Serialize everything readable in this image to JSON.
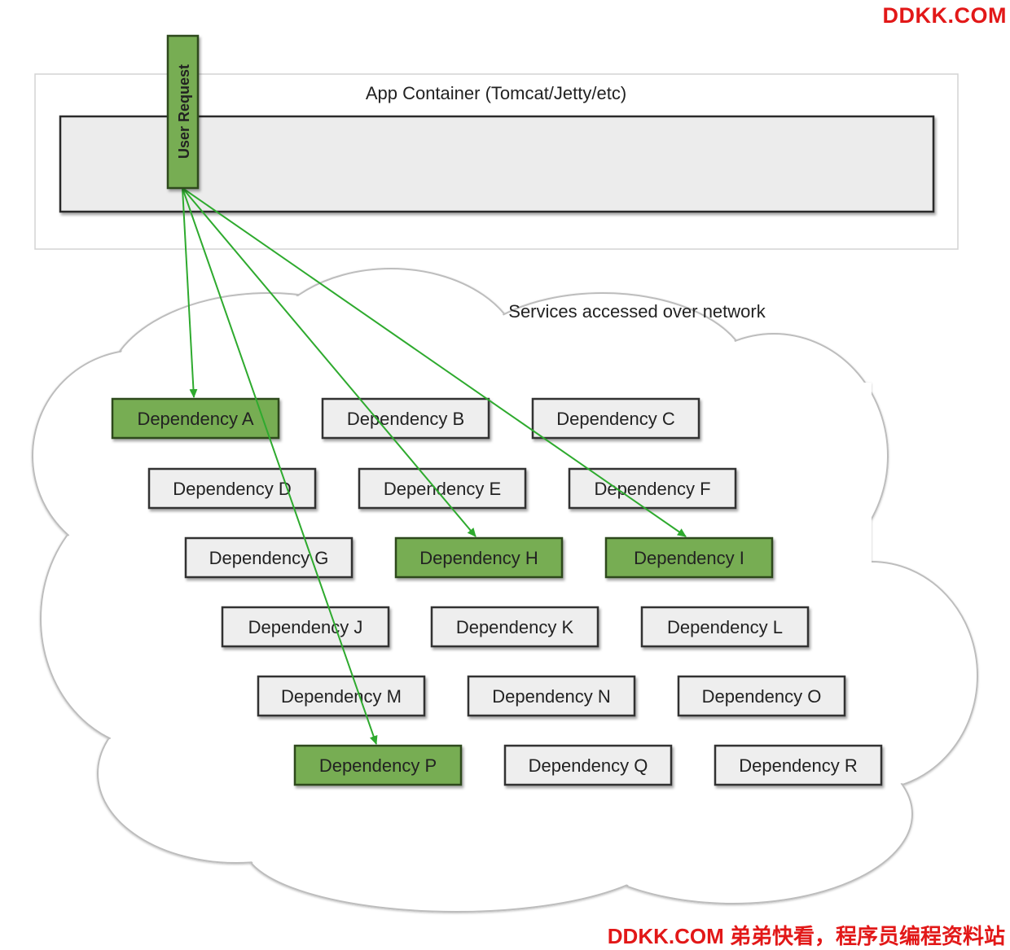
{
  "watermark_top": "DDKK.COM",
  "watermark_bottom": "DDKK.COM 弟弟快看，程序员编程资料站",
  "app_container": {
    "label": "App Container (Tomcat/Jetty/etc)"
  },
  "user_request": {
    "label": "User Request"
  },
  "services": {
    "label": "Services accessed over network"
  },
  "dependencies": [
    {
      "id": "A",
      "label": "Dependency A",
      "active": true
    },
    {
      "id": "B",
      "label": "Dependency B",
      "active": false
    },
    {
      "id": "C",
      "label": "Dependency C",
      "active": false
    },
    {
      "id": "D",
      "label": "Dependency D",
      "active": false
    },
    {
      "id": "E",
      "label": "Dependency E",
      "active": false
    },
    {
      "id": "F",
      "label": "Dependency F",
      "active": false
    },
    {
      "id": "G",
      "label": "Dependency G",
      "active": false
    },
    {
      "id": "H",
      "label": "Dependency H",
      "active": true
    },
    {
      "id": "I",
      "label": "Dependency I",
      "active": true
    },
    {
      "id": "J",
      "label": "Dependency J",
      "active": false
    },
    {
      "id": "K",
      "label": "Dependency K",
      "active": false
    },
    {
      "id": "L",
      "label": "Dependency L",
      "active": false
    },
    {
      "id": "M",
      "label": "Dependency M",
      "active": false
    },
    {
      "id": "N",
      "label": "Dependency N",
      "active": false
    },
    {
      "id": "O",
      "label": "Dependency O",
      "active": false
    },
    {
      "id": "P",
      "label": "Dependency P",
      "active": true
    },
    {
      "id": "Q",
      "label": "Dependency Q",
      "active": false
    },
    {
      "id": "R",
      "label": "Dependency R",
      "active": false
    }
  ],
  "connections": [
    "A",
    "P",
    "H",
    "I"
  ],
  "colors": {
    "active_fill": "#77ad52",
    "active_border": "#2f4a1f",
    "inactive_fill": "#eeeeee",
    "inactive_border": "#333333",
    "arrow": "#2eaa2e",
    "watermark": "#e21818"
  }
}
